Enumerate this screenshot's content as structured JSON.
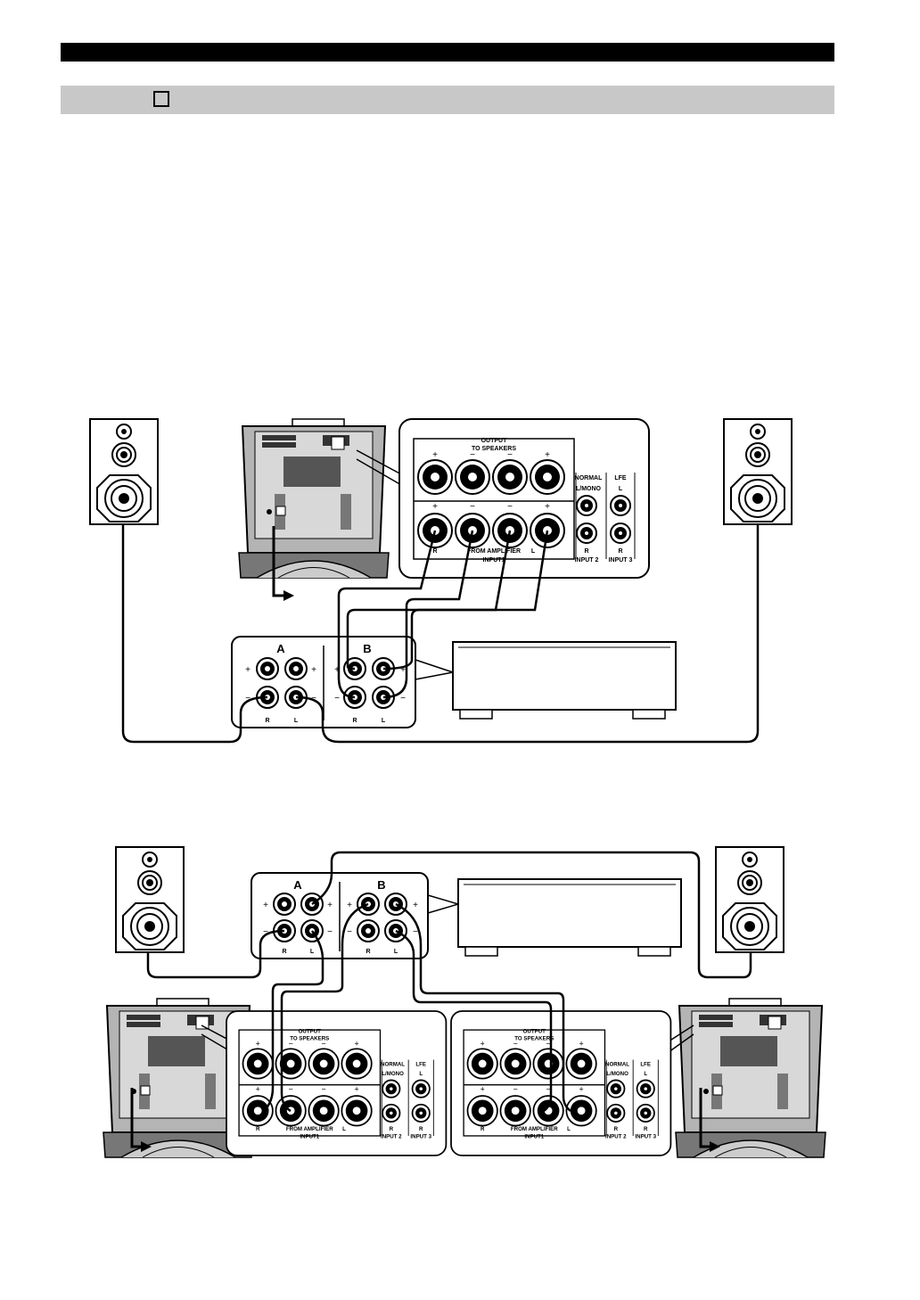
{
  "header": {
    "section_checkbox_icon": "square-checkbox-icon"
  },
  "panel": {
    "output": "OUTPUT",
    "to_speakers": "TO SPEAKERS",
    "from_amplifier": "FROM AMPLIFIER",
    "input1": "INPUT1",
    "input2": "INPUT 2",
    "input3": "INPUT 3",
    "normal": "NORMAL",
    "lmono": "L/MONO",
    "lfe": "LFE",
    "plus": "+",
    "minus": "−",
    "r": "R",
    "l": "L"
  },
  "amp_terminals": {
    "a": "A",
    "b": "B",
    "plus": "+",
    "minus": "−",
    "r": "R",
    "l": "L"
  },
  "colors": {
    "line": "#000000",
    "section_bar": "#c8c8c8",
    "device_grey": "#b4b4b4",
    "device_dark": "#555555"
  }
}
